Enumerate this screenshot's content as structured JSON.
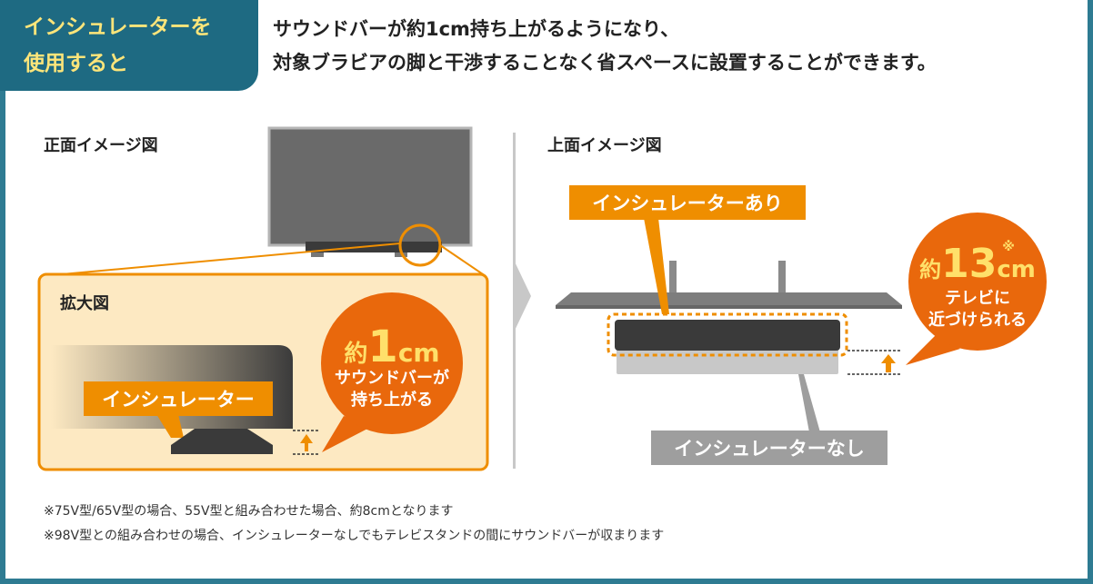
{
  "tag": {
    "line1": "インシュレーターを",
    "line2": "使用すると"
  },
  "headline": {
    "line1": "サウンドバーが約1cm持ち上がるようになり、",
    "line2": "対象ブラビアの脚と干渉することなく省スペースに設置することができます。"
  },
  "front": {
    "title": "正面イメージ図",
    "zoom_title": "拡大図",
    "insulator_label": "インシュレーター",
    "bubble": {
      "prefix": "約",
      "number": "1",
      "unit": "cm",
      "line1": "サウンドバーが",
      "line2": "持ち上がる"
    }
  },
  "top": {
    "title": "上面イメージ図",
    "with_label": "インシュレーターあり",
    "without_label": "インシュレーターなし",
    "bubble": {
      "prefix": "約",
      "number": "13",
      "note_mark": "※",
      "unit": "cm",
      "line1": "テレビに",
      "line2": "近づけられる"
    }
  },
  "notes": [
    "※75V型/65V型の場合、55V型と組み合わせた場合、約8cmとなります",
    "※98V型との組み合わせの場合、インシュレーターなしでもテレビスタンドの間にサウンドバーが収まります"
  ],
  "colors": {
    "teal": "#1e6a82",
    "orange": "#ef8e00",
    "bubble": "#e9680c",
    "zoom_bg": "#fde9c2",
    "gray": "#555555"
  }
}
